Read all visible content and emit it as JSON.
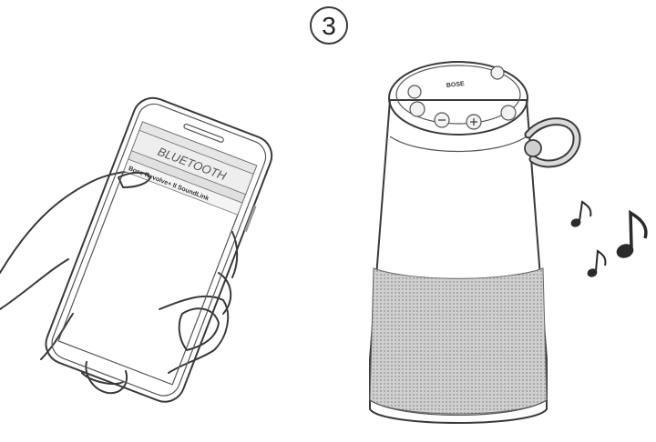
{
  "step_number": "3",
  "phone": {
    "screen_title": "BLUETOOTH",
    "device_list": [
      "Bose Revolve+ II SoundLink"
    ]
  },
  "speaker": {
    "logo": "BOSE"
  },
  "colors": {
    "line": "#3a3a3a",
    "screen": "#c8c8c8",
    "body": "#d9d9d9",
    "grille": "#bdbdbd"
  }
}
